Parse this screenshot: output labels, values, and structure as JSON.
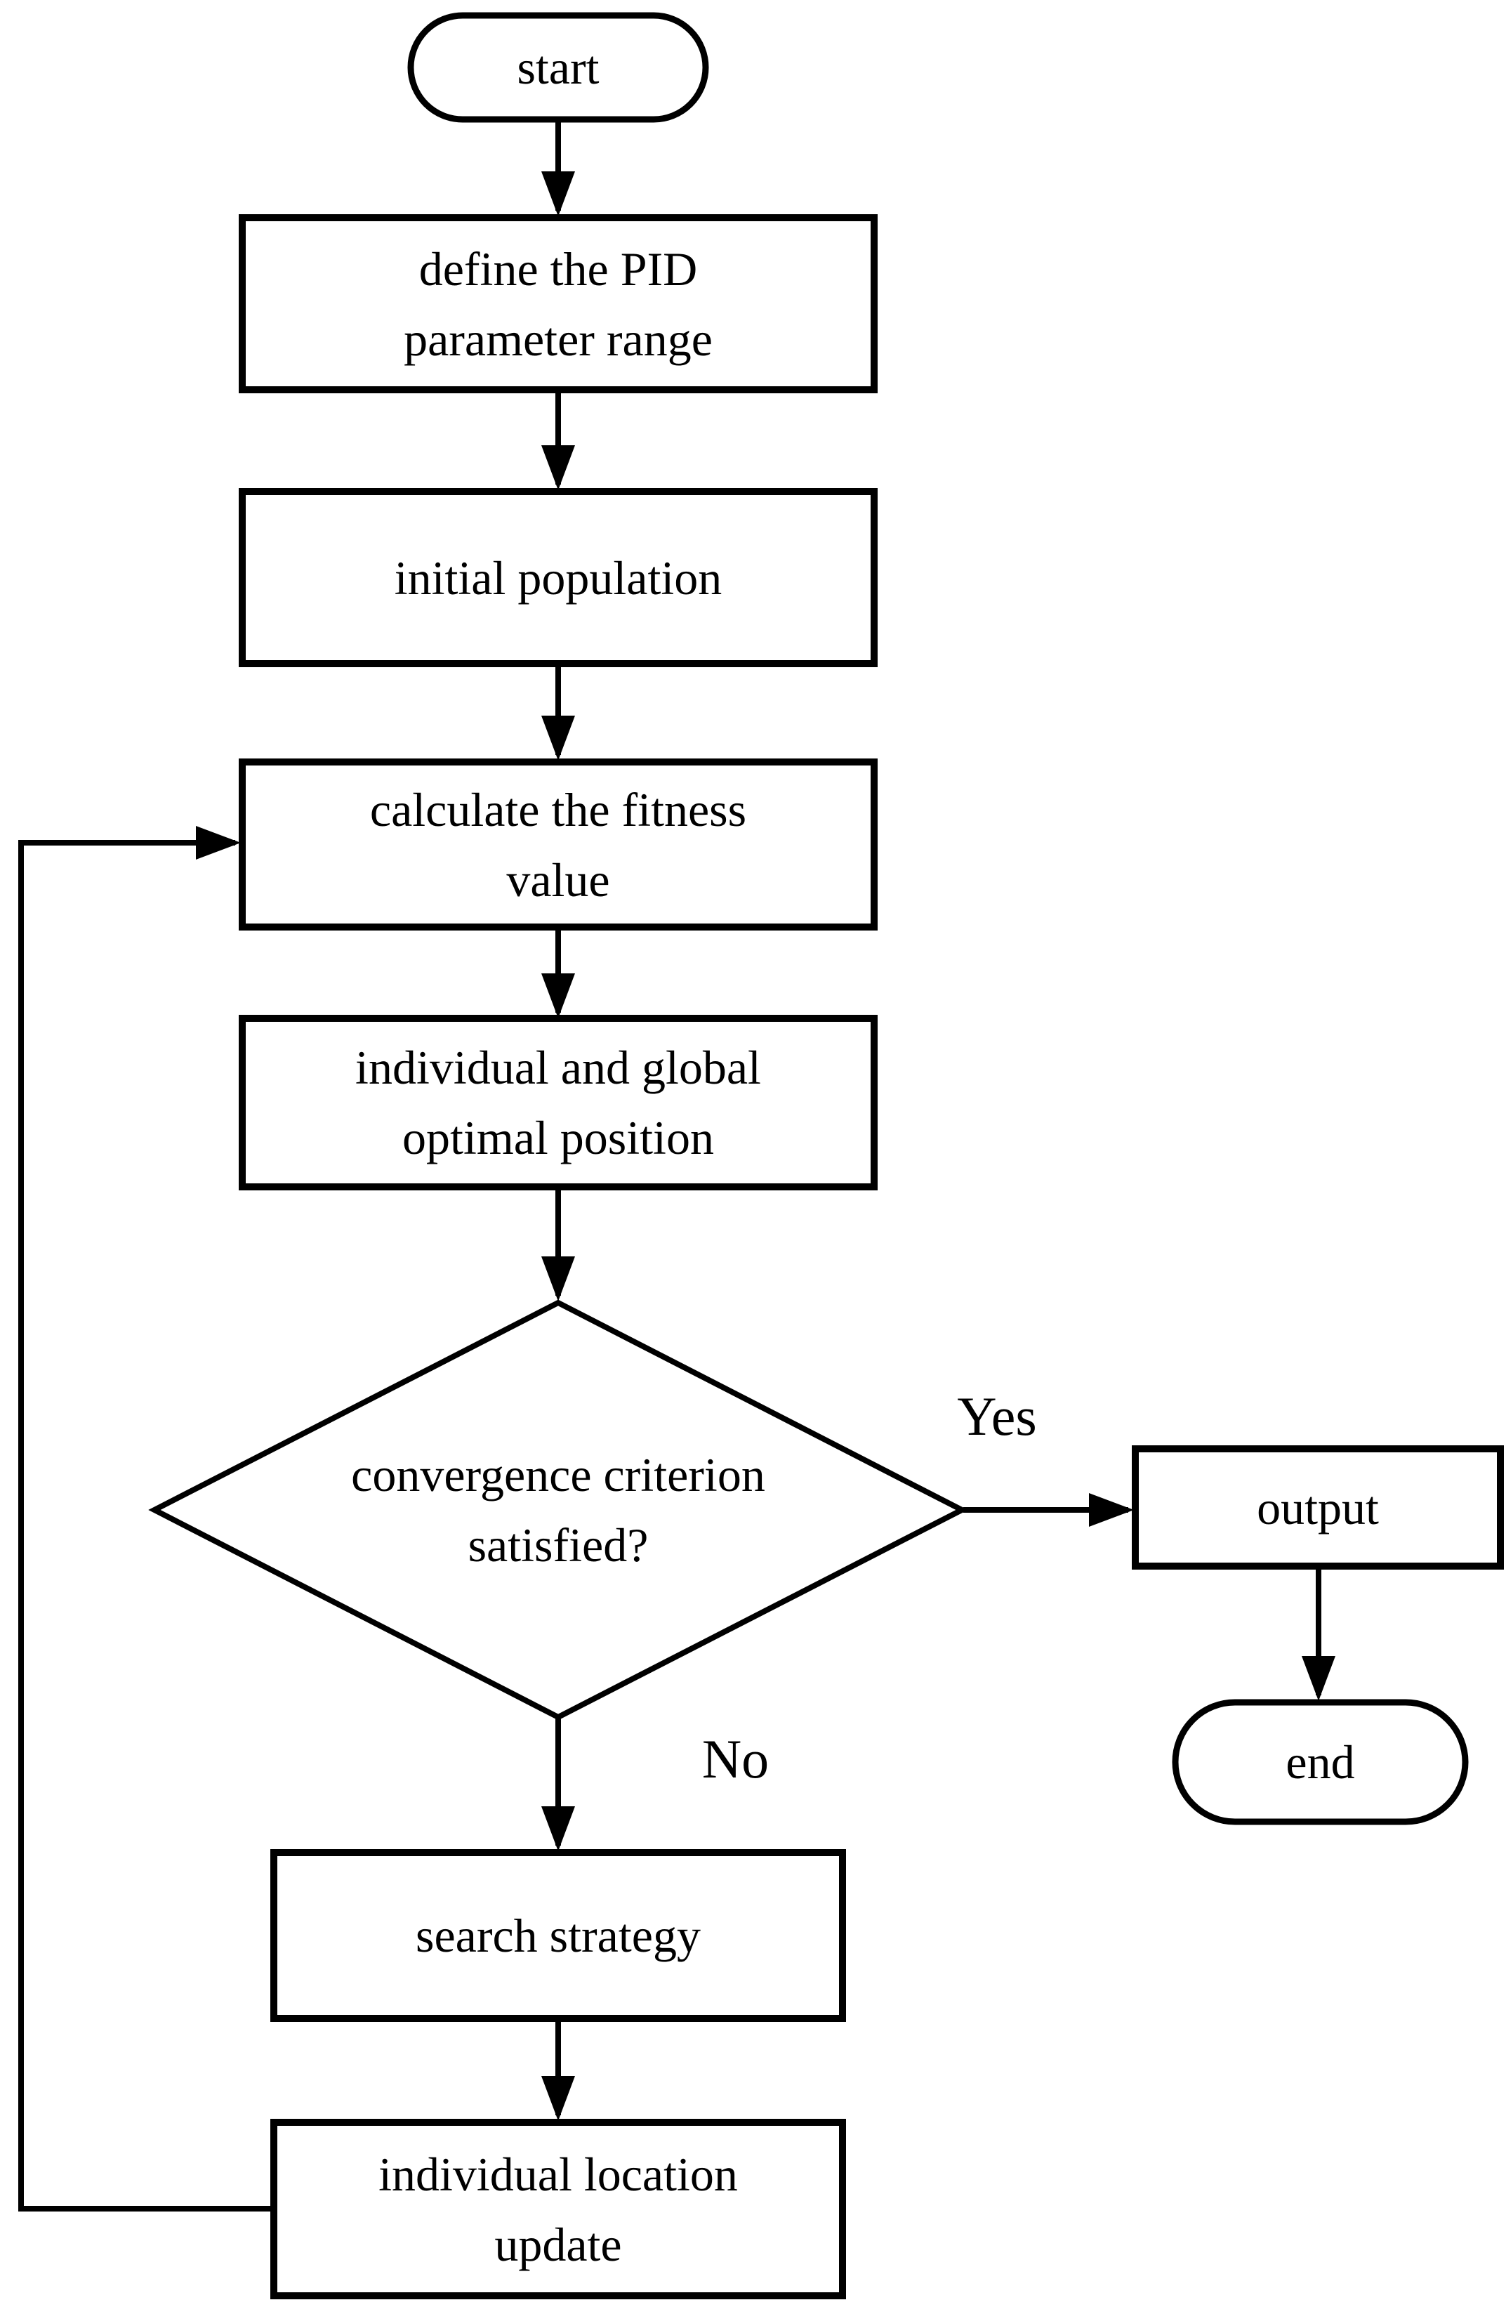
{
  "diagram": {
    "type": "flowchart",
    "background": "#ffffff",
    "stroke_color": "#000000",
    "nodes": {
      "start": {
        "shape": "terminator",
        "label": "start"
      },
      "define_pid_range": {
        "shape": "process",
        "label": "define the PID\nparameter range"
      },
      "initial_population": {
        "shape": "process",
        "label": "initial population"
      },
      "calculate_fitness": {
        "shape": "process",
        "label": "calculate the fitness\nvalue"
      },
      "optimal_position": {
        "shape": "process",
        "label": "individual and global\noptimal position"
      },
      "convergence_decision": {
        "shape": "decision",
        "label": "convergence criterion\nsatisfied?"
      },
      "search_strategy": {
        "shape": "process",
        "label": "search strategy"
      },
      "location_update": {
        "shape": "process",
        "label": "individual location\nupdate"
      },
      "output": {
        "shape": "process",
        "label": "output"
      },
      "end": {
        "shape": "terminator",
        "label": "end"
      }
    },
    "edge_labels": {
      "yes": "Yes",
      "no": "No"
    },
    "edges": [
      {
        "from": "start",
        "to": "define_pid_range",
        "label": ""
      },
      {
        "from": "define_pid_range",
        "to": "initial_population",
        "label": ""
      },
      {
        "from": "initial_population",
        "to": "calculate_fitness",
        "label": ""
      },
      {
        "from": "calculate_fitness",
        "to": "optimal_position",
        "label": ""
      },
      {
        "from": "optimal_position",
        "to": "convergence_decision",
        "label": ""
      },
      {
        "from": "convergence_decision",
        "to": "output",
        "label": "Yes"
      },
      {
        "from": "convergence_decision",
        "to": "search_strategy",
        "label": "No"
      },
      {
        "from": "search_strategy",
        "to": "location_update",
        "label": ""
      },
      {
        "from": "location_update",
        "to": "calculate_fitness",
        "label": ""
      },
      {
        "from": "output",
        "to": "end",
        "label": ""
      }
    ]
  }
}
